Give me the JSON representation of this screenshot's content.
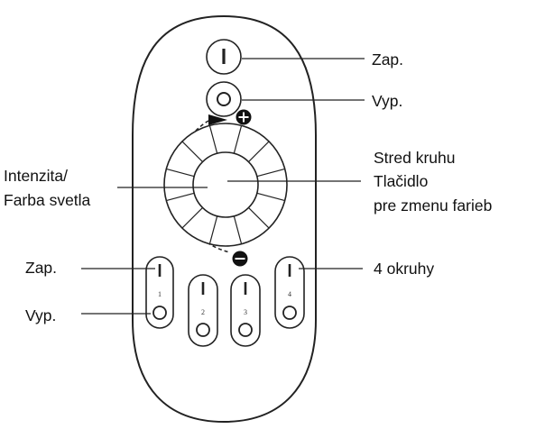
{
  "labels": {
    "zap_top": "Zap.",
    "vyp_top": "Vyp.",
    "stred_line1": "Stred kruhu",
    "stred_line2": "Tlačidlo",
    "stred_line3": "pre zmenu farieb",
    "intenzita_line1": "Intenzita/",
    "intenzita_line2": "Farba svetla",
    "zap_left": "Zap.",
    "vyp_left": "Vyp.",
    "okruhy": "4 okruhy"
  },
  "zone_numbers": [
    "1",
    "2",
    "3",
    "4"
  ],
  "icons": {
    "on": "vertical-bar-icon",
    "off": "circle-icon",
    "plus": "plus-circle-icon",
    "minus": "minus-circle-icon"
  }
}
